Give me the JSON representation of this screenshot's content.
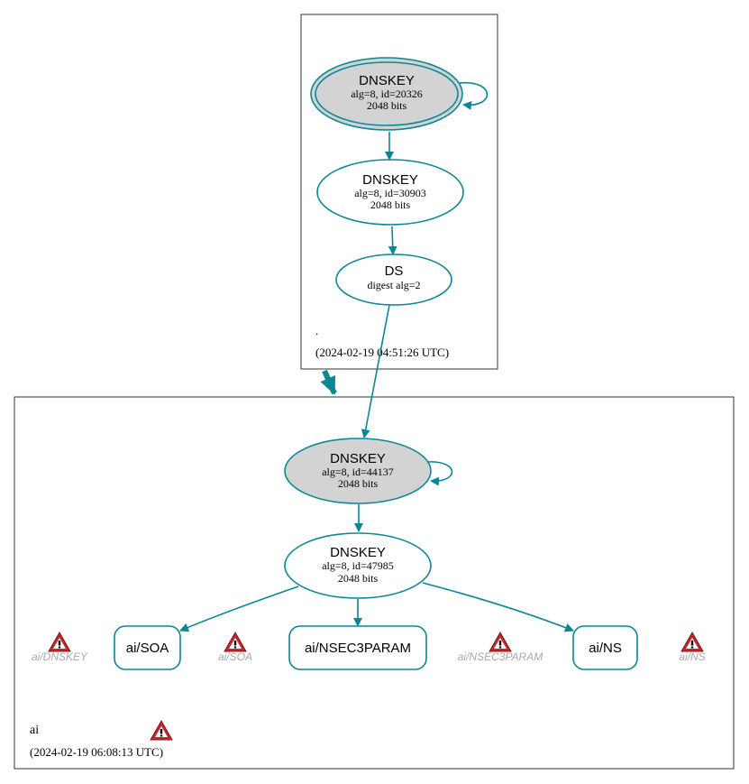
{
  "colors": {
    "edge": "#0a8796",
    "ksk_fill": "#d3d3d3",
    "zone_border": "#333333",
    "warning_red": "#c0282b",
    "warning_label": "#a9a9a9"
  },
  "zones": {
    "root": {
      "name": ".",
      "timestamp": "(2024-02-19 04:51:26 UTC)"
    },
    "ai": {
      "name": "ai",
      "timestamp": "(2024-02-19 06:08:13 UTC)"
    }
  },
  "nodes": {
    "root_ksk": {
      "title": "DNSKEY",
      "line1": "alg=8, id=20326",
      "line2": "2048 bits"
    },
    "root_zsk": {
      "title": "DNSKEY",
      "line1": "alg=8, id=30903",
      "line2": "2048 bits"
    },
    "ds": {
      "title": "DS",
      "line1": "digest alg=2"
    },
    "ai_ksk": {
      "title": "DNSKEY",
      "line1": "alg=8, id=44137",
      "line2": "2048 bits"
    },
    "ai_zsk": {
      "title": "DNSKEY",
      "line1": "alg=8, id=47985",
      "line2": "2048 bits"
    },
    "soa": {
      "label": "ai/SOA"
    },
    "nsec3param": {
      "label": "ai/NSEC3PARAM"
    },
    "ns": {
      "label": "ai/NS"
    }
  },
  "warnings": {
    "dnskey": "ai/DNSKEY",
    "soa": "ai/SOA",
    "nsec3param": "ai/NSEC3PARAM",
    "ns": "ai/NS"
  },
  "icons": {
    "warning": "warning-triangle-icon"
  }
}
